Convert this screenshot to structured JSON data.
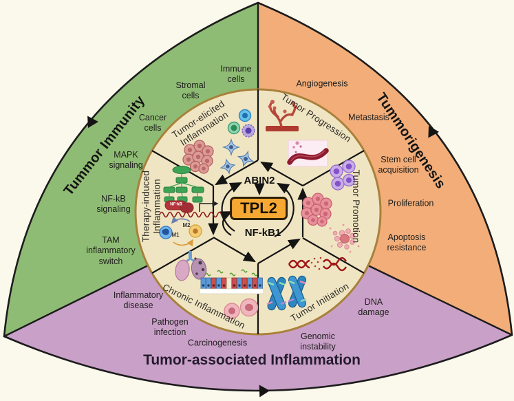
{
  "sectors": {
    "immunity": {
      "title": "Tummor Immunity",
      "labels": {
        "immune": "Immune\ncells",
        "stromal": "Stromal\ncells",
        "cancer": "Cancer\ncells",
        "mapk": "MAPK\nsignaling",
        "nfkb": "NF-kB\nsignaling",
        "tam": "TAM\ninflammatory\nswitch"
      }
    },
    "tumorigenesis": {
      "title": "Tummorigenesis",
      "labels": {
        "angiogenesis": "Angiogenesis",
        "metastasis": "Metastasis",
        "stem": "Stem cell\nacquisition",
        "proliferation": "Proliferation",
        "apoptosis": "Apoptosis\nresistance"
      }
    },
    "inflammation": {
      "title": "Tumor-associated Inflammation",
      "labels": {
        "disease": "Inflammatory\ndisease",
        "pathogen": "Pathogen\ninfection",
        "carcinogenesis": "Carcinogenesis",
        "genomic": "Genomic\ninstability",
        "dna": "DNA\ndamage"
      }
    }
  },
  "circle": {
    "sections": {
      "tumor_elicited": "Tumor-elicited\nInflammation",
      "tumor_progression": "Tumor Progression",
      "therapy_induced": "Therapy-induced\nInflammation",
      "tumor_promotion": "Tumor Promotion",
      "chronic_inflammation": "Chronic Inflammation",
      "tumor_initiation": "Tumor Initiation"
    },
    "center": {
      "tpl2": "TPL2",
      "abin2": "ABIN2",
      "nfkb1": "NF-kB1"
    },
    "macrophages": {
      "m1": "M1",
      "m2": "M2"
    },
    "nfkb_complex": "NF-kB"
  },
  "colors": {
    "immunity_green": "#8fbc74",
    "tumorigenesis_orange": "#f2ad79",
    "inflammation_purple": "#c9a0c8",
    "circle_fill": "#f0e5c2",
    "circle_border": "#a8813a",
    "tpl2_fill": "#f6a832",
    "background": "#fbf8ec",
    "outline": "#1c1c1c"
  }
}
